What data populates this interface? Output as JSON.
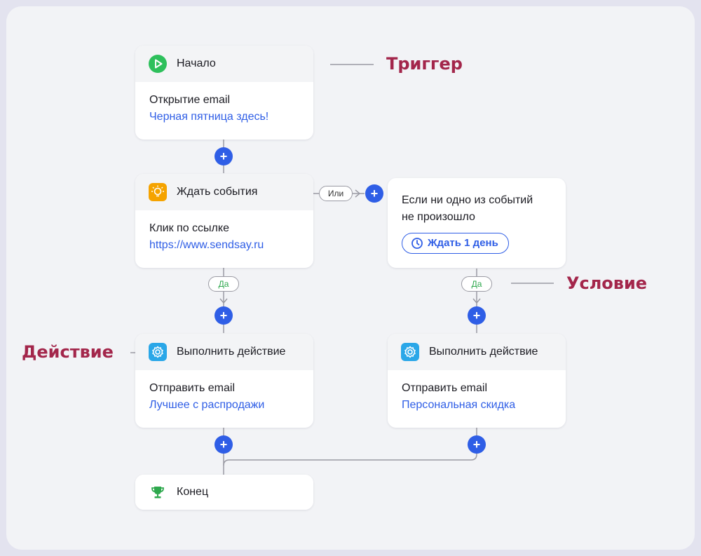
{
  "annotations": {
    "trigger": "Триггер",
    "condition": "Условие",
    "action": "Действие"
  },
  "nodes": {
    "start": {
      "title": "Начало",
      "line1": "Открытие email",
      "line2": "Черная пятница здесь!"
    },
    "wait_event": {
      "title": "Ждать события",
      "line1": "Клик по ссылке",
      "line2": "https://www.sendsay.ru"
    },
    "condition": {
      "line1": "Если ни одно из событий",
      "line2": "не произошло",
      "wait_button": "Ждать 1 день"
    },
    "action_left": {
      "title": "Выполнить действие",
      "line1": "Отправить email",
      "line2": "Лучшее с распродажи"
    },
    "action_right": {
      "title": "Выполнить действие",
      "line1": "Отправить email",
      "line2": "Персональная скидка"
    },
    "end": {
      "title": "Конец"
    }
  },
  "connectors": {
    "or_label": "Или",
    "yes_left": "Да",
    "yes_right": "Да",
    "plus": "+"
  },
  "colors": {
    "accent": "#2f5ee6",
    "annotation": "#a3264b",
    "start_icon": "#2ec05c",
    "wait_icon": "#f5a300",
    "action_icon": "#2aa7e8",
    "end_icon": "#2ea84d"
  },
  "icons": {
    "start": "play-icon",
    "wait": "lightbulb-icon",
    "action": "gear-icon",
    "end": "trophy-icon",
    "clock": "clock-icon"
  }
}
